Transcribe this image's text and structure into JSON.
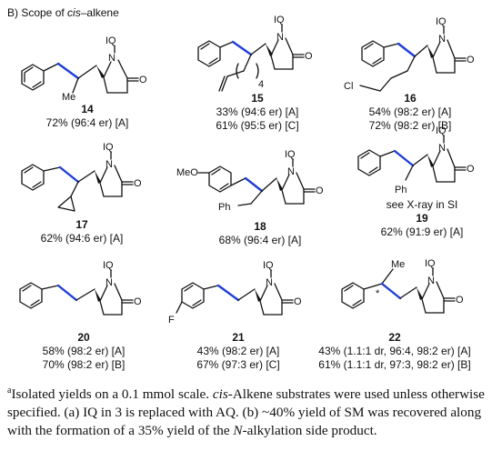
{
  "section": {
    "label_prefix": "B) Scope of ",
    "label_italic": "cis",
    "label_suffix": "–alkene"
  },
  "atoms": {
    "IQ": "IQ",
    "N": "N",
    "O": "O",
    "Me": "Me",
    "Cl": "Cl",
    "MeO": "MeO",
    "Ph": "Ph",
    "F": "F",
    "sub4": "4",
    "star": "*"
  },
  "compounds": [
    {
      "id": "14",
      "results": [
        "72% (96:4 er) [A]"
      ]
    },
    {
      "id": "15",
      "results": [
        "33% (94:6 er) [A]",
        "61% (95:5 er) [C]"
      ]
    },
    {
      "id": "16",
      "results": [
        "54% (98:2 er) [A]",
        "72% (98:2 er) [B]"
      ]
    },
    {
      "id": "17",
      "results": [
        "62% (94:6 er) [A]"
      ]
    },
    {
      "id": "18",
      "results": [
        "68% (96:4 er) [A]"
      ]
    },
    {
      "id": "19",
      "note": "see X-ray in SI",
      "results": [
        "62% (91:9 er) [A]"
      ]
    },
    {
      "id": "20",
      "results": [
        "58% (98:2 er) [A]",
        "70% (98:2 er) [B]"
      ]
    },
    {
      "id": "21",
      "results": [
        "43% (98:2 er) [A]",
        "67% (97:3 er) [C]"
      ]
    },
    {
      "id": "22",
      "results": [
        "43% (1.1:1 dr, 96:4, 98:2 er) [A]",
        "61% (1.1:1 dr, 97:3, 98:2 er) [B]"
      ]
    }
  ],
  "footnote": {
    "sup": "a",
    "text1": "Isolated yields on a 0.1 mmol scale. ",
    "italic1": "cis",
    "text2": "-Alkene substrates were used unless otherwise specified. (a) IQ in 3 is replaced with AQ. (b) ~40% yield of SM was recovered along with the formation of a 35% yield of the ",
    "italic2": "N",
    "text3": "-alkylation side product."
  }
}
